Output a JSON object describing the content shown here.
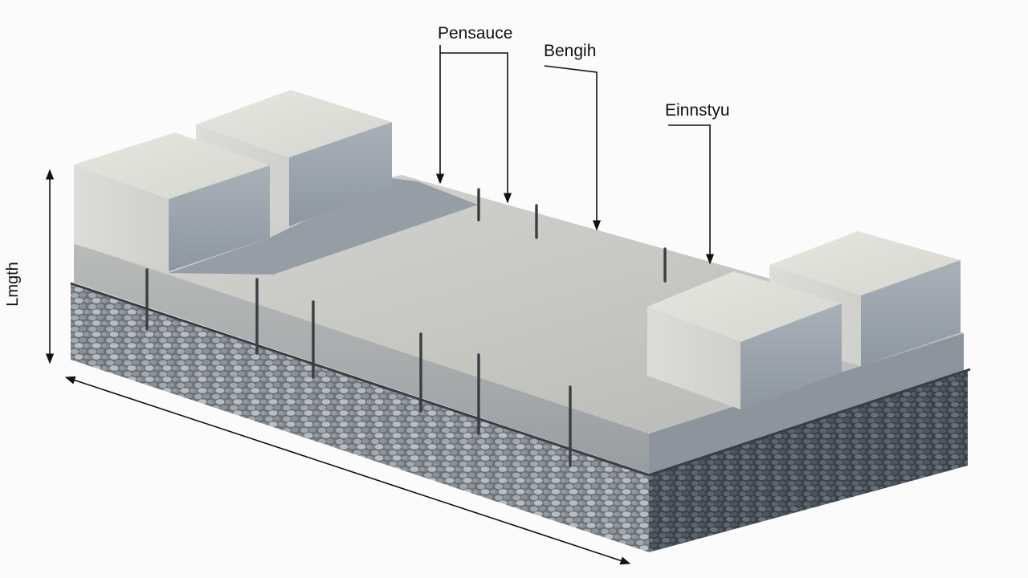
{
  "diagram": {
    "callouts": [
      {
        "id": "pensauce",
        "label": "Pensauce"
      },
      {
        "id": "bengih",
        "label": "Bengih"
      },
      {
        "id": "einnstyu",
        "label": "Einnstyu"
      }
    ],
    "dimensions": {
      "vertical_label": "Lmgth"
    },
    "colors": {
      "slab_top": "#c9cac7",
      "slab_side": "#a3a5a7",
      "block_top": "#e1e1dc",
      "block_front": "#9ba3ad",
      "gravel": "#7f858c",
      "gravel_dark": "#4a5058",
      "rebar": "#3a3d42",
      "shadow": "#8f96a0",
      "leader": "#111111"
    }
  }
}
